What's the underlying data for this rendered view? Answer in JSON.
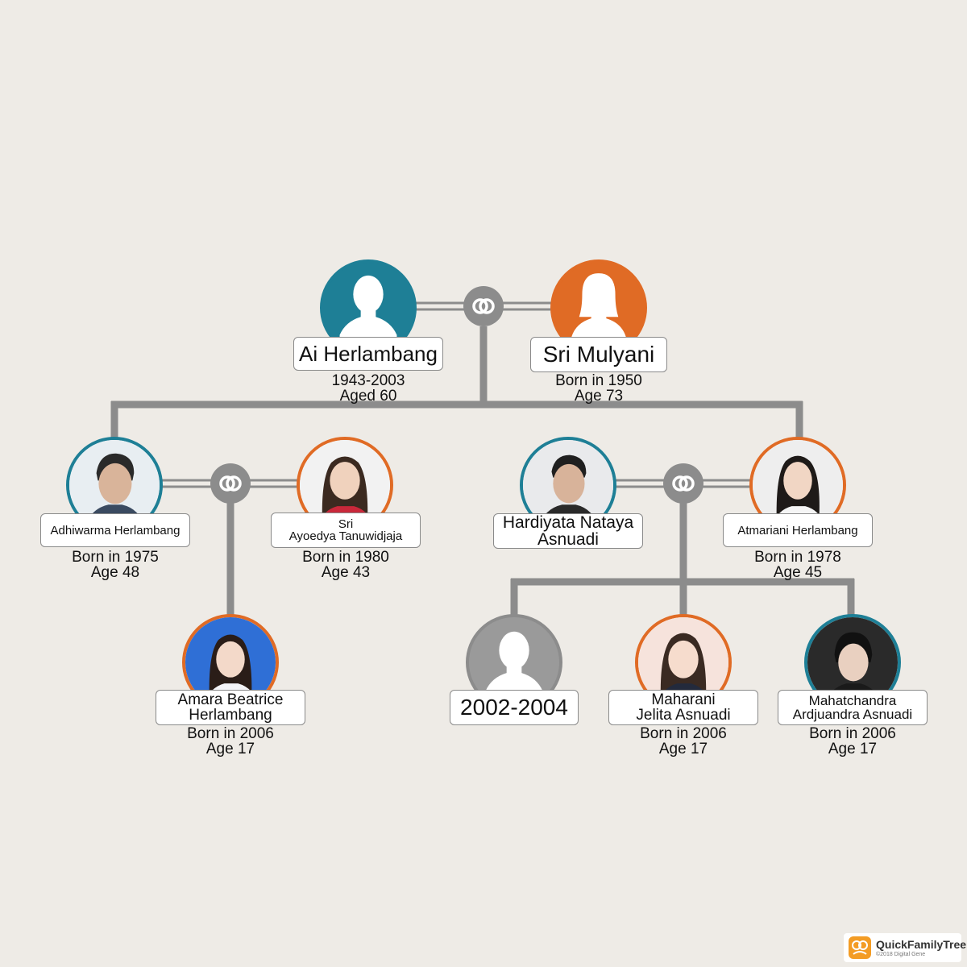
{
  "people": {
    "ai": {
      "name": "Ai Herlambang",
      "line1": "1943-2003",
      "line2": "Aged 60"
    },
    "sri_mulyani": {
      "name": "Sri Mulyani",
      "line1": "Born in 1950",
      "line2": "Age 73"
    },
    "adhiwarma": {
      "name": "Adhiwarma Herlambang",
      "line1": "Born in 1975",
      "line2": "Age 48"
    },
    "sri_ayoedya": {
      "name_line1": "Sri",
      "name_line2": "Ayoedya Tanuwidjaja",
      "line1": "Born in 1980",
      "line2": "Age 43"
    },
    "hardiyata": {
      "name_line1": "Hardiyata Nataya",
      "name_line2": "Asnuadi"
    },
    "atmariani": {
      "name": "Atmariani Herlambang",
      "line1": "Born in 1978",
      "line2": "Age 45"
    },
    "amara": {
      "name_line1": "Amara Beatrice",
      "name_line2": "Herlambang",
      "line1": "Born in 2006",
      "line2": "Age 17"
    },
    "unknown": {
      "name": "2002-2004"
    },
    "maharani": {
      "name_line1": "Maharani",
      "name_line2": "Jelita Asnuadi",
      "line1": "Born in 2006",
      "line2": "Age 17"
    },
    "mahatchandra": {
      "name_line1": "Mahatchandra",
      "name_line2": "Ardjuandra Asnuadi",
      "line1": "Born in 2006",
      "line2": "Age 17"
    }
  },
  "icons": {
    "male_silhouette": "person-male-icon",
    "female_silhouette": "person-female-icon",
    "unknown_silhouette": "person-unknown-icon",
    "union": "union-rings-icon",
    "photo": "portrait-photo-icon"
  },
  "colors": {
    "background": "#eeebe6",
    "male_ring": "#1e7f96",
    "female_ring": "#e06b25",
    "unknown_ring": "#8c8c8c",
    "connector": "#8c8c8c"
  },
  "brand": {
    "name": "QuickFamilyTree",
    "copyright": "©2018 Digital Gene"
  }
}
